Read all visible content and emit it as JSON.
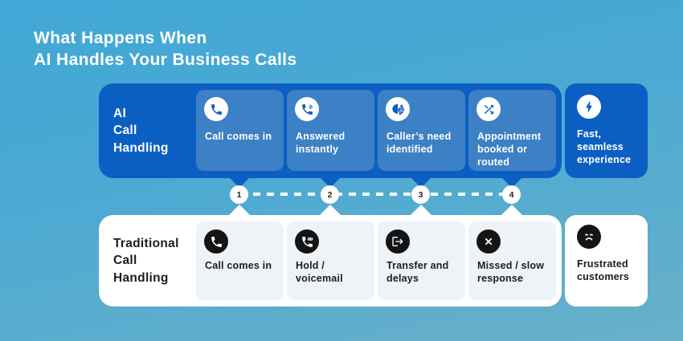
{
  "title": "What Happens When\nAI Handles Your Business Calls",
  "colors": {
    "background_top": "#41a7d6",
    "background_bottom": "#69b0c9",
    "ai_panel": "#0b5fc3",
    "ai_step_card": "#3c80c5",
    "ai_icon_glyph": "#0b5ec2",
    "traditional_panel": "#ffffff",
    "traditional_step_card": "#eef3f8",
    "traditional_icon_circle": "#141414",
    "dark_text": "#1d1d1f",
    "white_text": "#ffffff"
  },
  "ai_row": {
    "label": "AI\nCall\nHandling",
    "steps": [
      {
        "label": "Call comes in",
        "icon": "phone-icon"
      },
      {
        "label": "Answered\ninstantly",
        "icon": "phone-answered-icon"
      },
      {
        "label": "Caller’s need\nidentified",
        "icon": "ai-brain-icon"
      },
      {
        "label": "Appointment\nbooked or\nrouted",
        "icon": "route-shuffle-icon"
      }
    ],
    "outcome": {
      "label": "Fast,\nseamless\nexperience",
      "icon": "lightning-icon"
    }
  },
  "timeline": {
    "numbers": [
      "1",
      "2",
      "3",
      "4"
    ]
  },
  "traditional_row": {
    "label": "Traditional\nCall\nHandling",
    "steps": [
      {
        "label": "Call comes in",
        "icon": "phone-icon"
      },
      {
        "label": "Hold /\nvoicemail",
        "icon": "voicemail-icon"
      },
      {
        "label": "Transfer and\ndelays",
        "icon": "transfer-icon"
      },
      {
        "label": "Missed / slow\nresponse",
        "icon": "missed-x-icon"
      }
    ],
    "outcome": {
      "label": "Frustrated\ncustomers",
      "icon": "frustrated-face-icon"
    }
  }
}
